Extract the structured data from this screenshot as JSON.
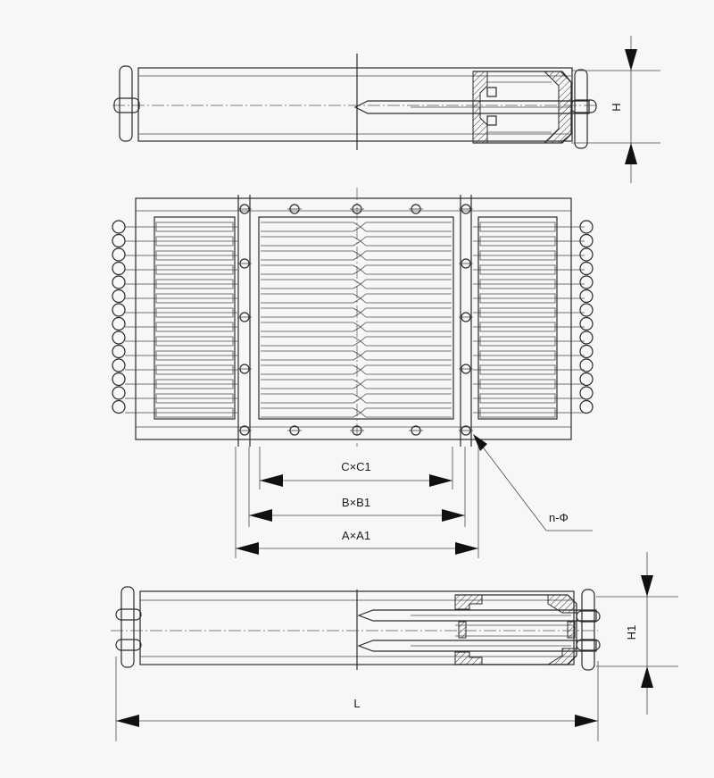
{
  "dimensions": {
    "height": "H",
    "height_side": "H1",
    "inner_opening": "C×C1",
    "middle_opening": "B×B1",
    "outer_size": "A×A1",
    "holes": "n-Φ",
    "length": "L"
  },
  "colors": {
    "line": "#2b2b2b",
    "paper": "#f7f7f5"
  }
}
